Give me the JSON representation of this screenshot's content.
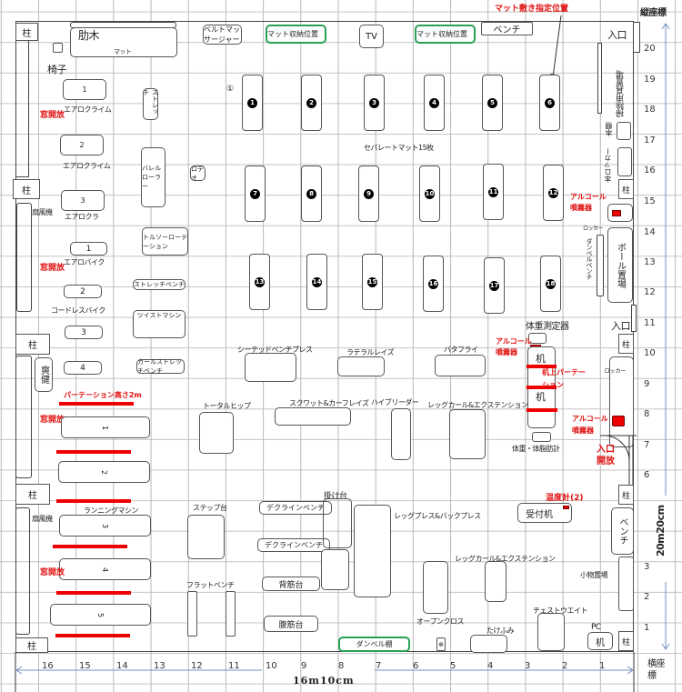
{
  "header": {
    "mat_position": "マット敷き指定位置",
    "vertical_axis": "縦座標",
    "horizontal_axis": "横座標",
    "width": "16m10cm",
    "height": "20m20cm"
  },
  "common": {
    "pillar": "柱",
    "window_open": "窓開放",
    "entrance": "入口",
    "entrance_open": "入口開放",
    "alcohol": "アルコール噴霧器",
    "desk": "机",
    "fan": "扇風機",
    "locker": "ロッカー"
  },
  "top": {
    "rib": "肋木",
    "mat": "マット",
    "chair": "椅子",
    "belt": "ベルトマッサージャー",
    "mat_storage": "マット収納位置",
    "tv": "TV",
    "bench": "ベンチ"
  },
  "left": {
    "aero_climb": "エアロクライム",
    "aero_cla": "エアロクラ",
    "aero_bike": "エアロバイク",
    "cordless_bike": "コードレスバイク",
    "soken": "爽健",
    "partition": "パーテーション高さ2m",
    "running": "ランニングマシン",
    "n1": "1",
    "n2": "2",
    "n3": "3",
    "n4": "4",
    "n5": "5"
  },
  "machines": {
    "stretch_v": "ストレッチ",
    "barrel": "バレルローラー",
    "rodeo": "ロデオ",
    "torso": "トルソーローテーション",
    "stretch_bench": "ストレッチベンチ",
    "twist": "ツイストマシン",
    "curl_stretch": "カールストレッチベンチ",
    "circle1": "①",
    "separate": "セパレートマット15枚",
    "seated": "シーテッドベンチプレス",
    "lateral": "ラテラルレイズ",
    "butterfly": "バタフライ",
    "total_hip": "トータルヒップ",
    "squat": "スクワット&カーフレイズ",
    "hybrid": "ハイブリーダー",
    "leg_curl": "レッグカール&エクステンション",
    "step": "ステップ台",
    "flat": "フラットベンチ",
    "decline": "デクラインベンチ",
    "hang": "掛け台",
    "leg_press": "レッグプレス&バックプレス",
    "back": "背筋台",
    "abs": "腹筋台",
    "dumbbell_rack": "ダンベル棚",
    "open_cross": "オープンクロス",
    "takefumi": "たけふみ",
    "chest": "チェストウエイト"
  },
  "right": {
    "cleaning": "掃除用具置場",
    "bookshelf": "本棚",
    "wood_locker": "本ロッカー",
    "dumbbell_bench": "ダンベルベンチ",
    "ball": "ボール置場",
    "scale": "体重測定器",
    "desk_partition": "机上パーテーション",
    "body_fat": "体重・体脂肪計",
    "thermo": "温度計(2)",
    "reception": "受付机",
    "small_items": "小物置場",
    "pc": "PC"
  },
  "mats": [
    "1",
    "2",
    "3",
    "4",
    "5",
    "6",
    "7",
    "8",
    "9",
    "10",
    "11",
    "12",
    "13",
    "14",
    "15",
    "16",
    "17",
    "18"
  ],
  "axis": {
    "x": [
      "16",
      "15",
      "14",
      "13",
      "12",
      "11",
      "10",
      "9",
      "8",
      "7",
      "6",
      "5",
      "4",
      "3",
      "2",
      "1"
    ],
    "y": [
      "20",
      "19",
      "18",
      "17",
      "16",
      "15",
      "14",
      "13",
      "12",
      "11",
      "10",
      "9",
      "8",
      "7",
      "6",
      "3",
      "2",
      "1"
    ]
  },
  "colors": {
    "accent_red": "#e01010",
    "storage_green": "#2aa055"
  }
}
